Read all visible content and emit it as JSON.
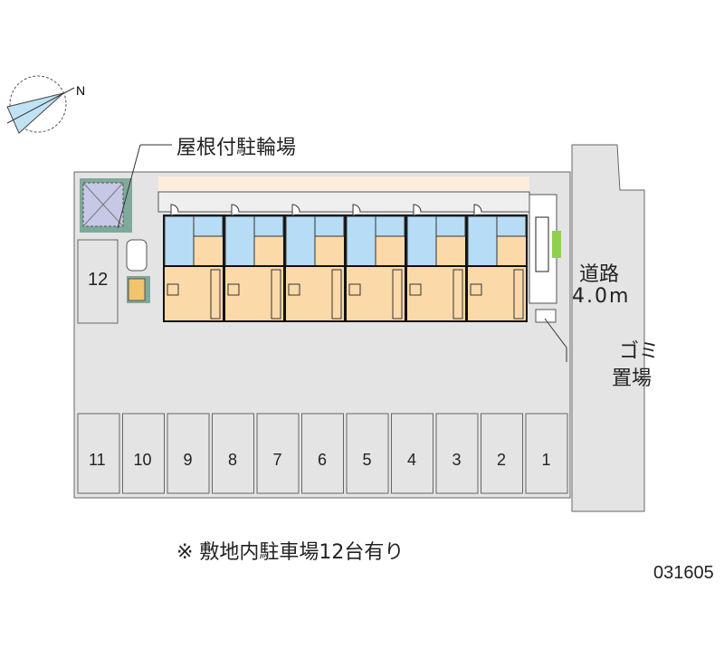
{
  "labels": {
    "bike_shelter": "屋根付駐輪場",
    "road_line1": "道路",
    "road_line2": "4.0m",
    "garbage_line1": "ゴミ",
    "garbage_line2": "置場",
    "note": "※ 敷地内駐車場12台有り",
    "code": "031605",
    "north": "N"
  },
  "parking": [
    "11",
    "10",
    "9",
    "8",
    "7",
    "6",
    "5",
    "4",
    "3",
    "2",
    "1"
  ],
  "parking_extra": "12",
  "units": 6,
  "colors": {
    "lot": "#e4e4e4",
    "room": "#fcd9a8",
    "wet": "#b7dcf5",
    "corridor": "#fbeede",
    "plant": "#8fd14f"
  }
}
